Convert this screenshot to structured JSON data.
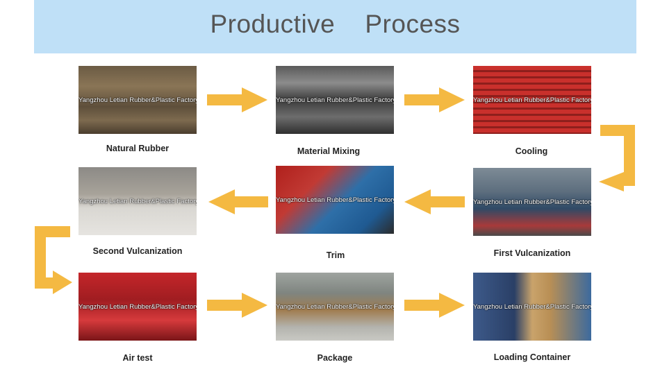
{
  "title": "Productive    Process",
  "watermark": "Yangzhou Letian Rubber&Plastic Factory",
  "colors": {
    "banner": "#bfe0f7",
    "arrow": "#f4b942",
    "title": "#555555"
  },
  "steps": [
    {
      "label": "Natural Rubber"
    },
    {
      "label": "Material Mixing"
    },
    {
      "label": "Cooling"
    },
    {
      "label": "First Vulcanization"
    },
    {
      "label": "Trim"
    },
    {
      "label": "Second Vulcanization"
    },
    {
      "label": "Air test"
    },
    {
      "label": "Package"
    },
    {
      "label": "Loading Container"
    }
  ]
}
